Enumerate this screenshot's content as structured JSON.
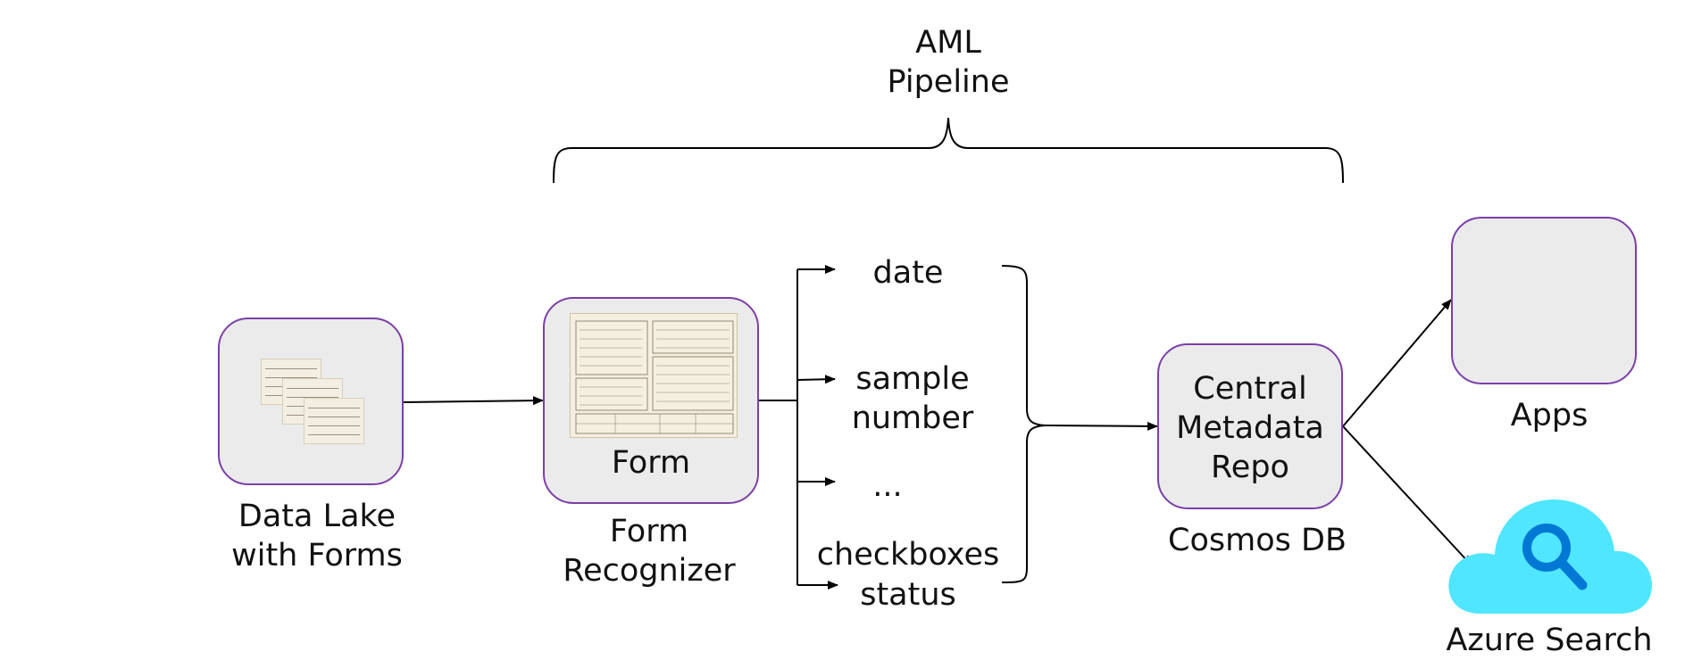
{
  "pipeline": {
    "title_line1": "AML",
    "title_line2": "Pipeline"
  },
  "nodes": {
    "data_lake": {
      "line1": "Data Lake",
      "line2": "with Forms"
    },
    "form_recognizer": {
      "inner_label": "Form",
      "line1": "Form",
      "line2": "Recognizer"
    },
    "fields": {
      "date": "date",
      "sample_line1": "sample",
      "sample_line2": "number",
      "ellipsis": "...",
      "checkboxes_line1": "checkboxes",
      "checkboxes_line2": "status"
    },
    "metadata_repo": {
      "line1": "Central",
      "line2": "Metadata",
      "line3": "Repo",
      "caption": "Cosmos DB"
    },
    "apps": {
      "label": "Apps"
    },
    "azure_search": {
      "label": "Azure Search"
    }
  },
  "colors": {
    "box_border": "#7b3fa8",
    "box_fill": "#ebebeb",
    "cloud": "#50e6ff",
    "search_icon": "#0078d4",
    "line": "#000000"
  },
  "icons": [
    "form-thumbnail-icon",
    "form-document-icon",
    "cloud-icon",
    "magnifier-icon"
  ]
}
